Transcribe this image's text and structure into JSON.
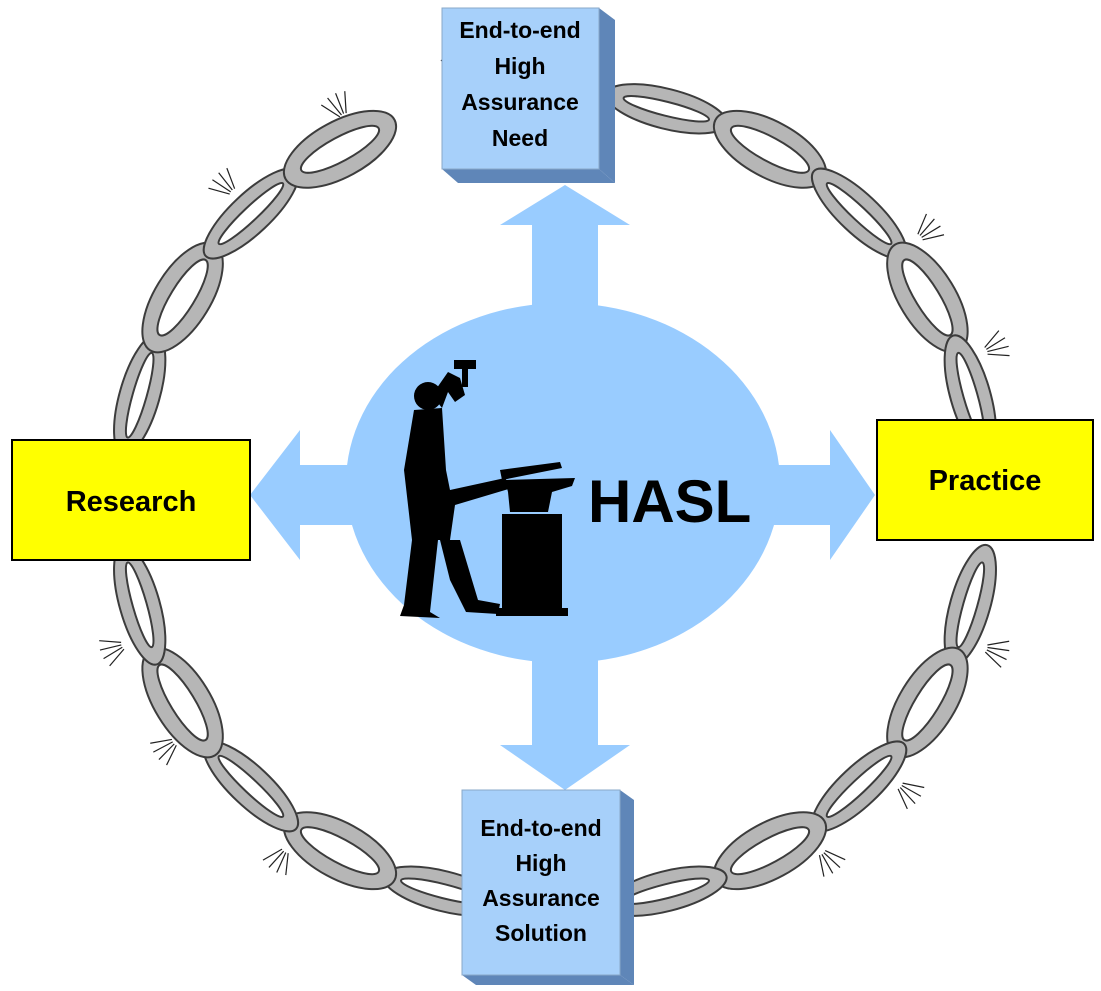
{
  "center": {
    "label": "HASL",
    "figure": "blacksmith-at-anvil"
  },
  "boxes": {
    "top": {
      "lines": [
        "End-to-end",
        "High",
        "Assurance",
        "Need"
      ]
    },
    "bottom": {
      "lines": [
        "End-to-end",
        "High",
        "Assurance",
        "Solution"
      ]
    },
    "left": {
      "label": "Research"
    },
    "right": {
      "label": "Practice"
    }
  },
  "colors": {
    "circle": "#99ccff",
    "blue_box": "#a7d0fa",
    "blue_box_side": "#5f86b8",
    "yellow_box": "#ffff00",
    "chain_fill": "#b6b6b6",
    "chain_stroke": "#3c3c3c",
    "figure": "#000000"
  },
  "icons": [
    "chain-link-icon",
    "spark-icon",
    "arrow-icon",
    "blacksmith-icon"
  ]
}
